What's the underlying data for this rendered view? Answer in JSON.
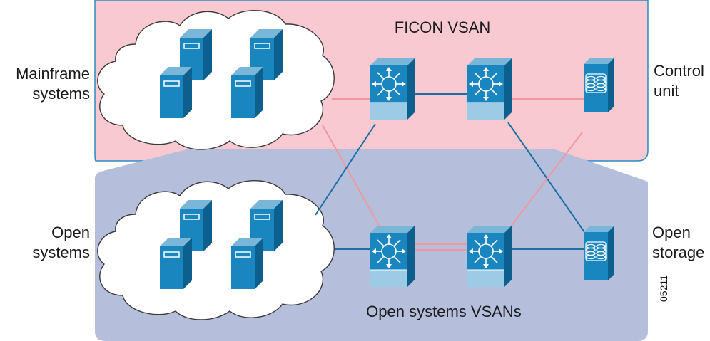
{
  "labels": {
    "ficon_vsan": "FICON VSAN",
    "mainframe_line1": "Mainframe",
    "mainframe_line2": "systems",
    "control_line1": "Control",
    "control_line2": "unit",
    "open_line1": "Open",
    "open_line2": "systems",
    "storage_line1": "Open",
    "storage_line2": "storage",
    "open_vsans": "Open systems VSANs",
    "figure_id": "05211"
  },
  "colors": {
    "ficon_region": "#f9c9d2",
    "open_region": "#b5bfdc",
    "device_blue": "#1780b7",
    "link_blue": "#1c6ea4",
    "link_pink": "#f1979f"
  },
  "icons": {
    "server": "server-tower-icon",
    "switch": "mds-switch-icon",
    "storage": "disk-array-icon",
    "cloud": "cloud-icon"
  }
}
